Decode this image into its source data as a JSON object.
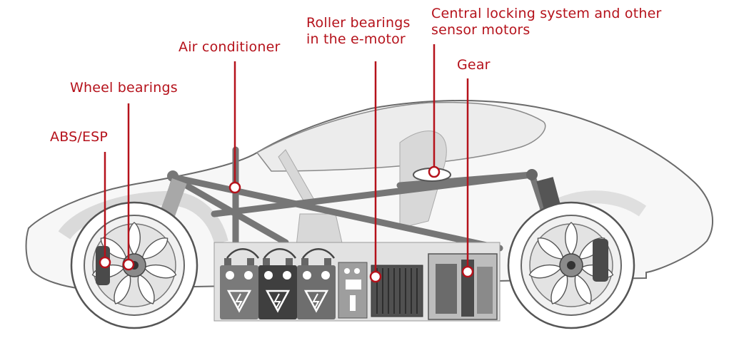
{
  "diagram": {
    "labels": {
      "abs": "ABS/ESP",
      "wheel_bearings": "Wheel bearings",
      "air_conditioner": "Air conditioner",
      "roller_line1": "Roller bearings",
      "roller_line2": "in the e-motor",
      "central_line1": "Central locking system and other",
      "central_line2": "sensor motors",
      "gear": "Gear"
    },
    "colors": {
      "accent": "#b5121b",
      "outline": "#4a4a4a",
      "frame": "#6e6e6e",
      "shade": "#dcdcdc",
      "battery_dark": "#4d4d4d"
    }
  }
}
